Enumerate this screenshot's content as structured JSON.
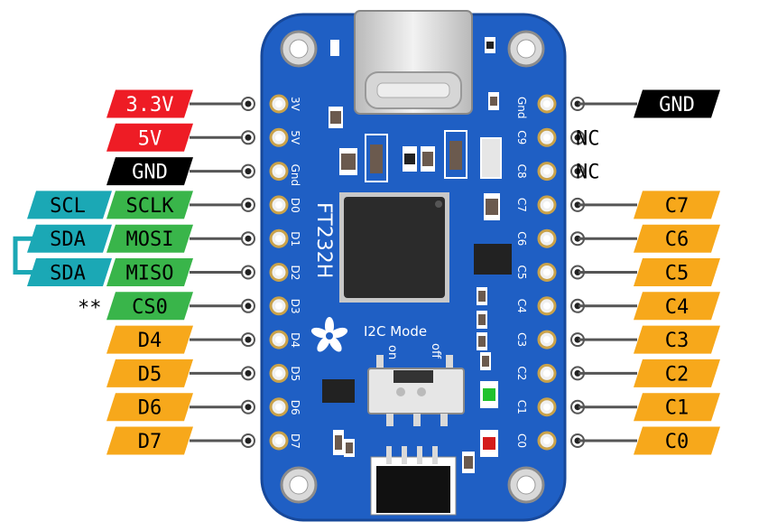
{
  "board": {
    "name": "FT232H",
    "switch_title": "I2C Mode",
    "switch_on": "on",
    "switch_off": "off"
  },
  "left_silk": [
    "3V",
    "5V",
    "Gnd",
    "D0",
    "D1",
    "D2",
    "D3",
    "D4",
    "D5",
    "D6",
    "D7"
  ],
  "right_silk": [
    "Gnd",
    "C9",
    "C8",
    "C7",
    "C6",
    "C5",
    "C4",
    "C3",
    "C2",
    "C1",
    "C0"
  ],
  "left_labels": [
    {
      "text": "3.3V",
      "color": "#ee1c25",
      "text_color": "#ffffff"
    },
    {
      "text": "5V",
      "color": "#ee1c25",
      "text_color": "#ffffff"
    },
    {
      "text": "GND",
      "color": "#000000",
      "text_color": "#ffffff"
    },
    {
      "text": "SCLK",
      "color": "#39b54a",
      "text_color": "#000000"
    },
    {
      "text": "MOSI",
      "color": "#39b54a",
      "text_color": "#000000"
    },
    {
      "text": "MISO",
      "color": "#39b54a",
      "text_color": "#000000"
    },
    {
      "text": "CS0",
      "color": "#39b54a",
      "text_color": "#000000"
    },
    {
      "text": "D4",
      "color": "#f7a81b",
      "text_color": "#000000"
    },
    {
      "text": "D5",
      "color": "#f7a81b",
      "text_color": "#000000"
    },
    {
      "text": "D6",
      "color": "#f7a81b",
      "text_color": "#000000"
    },
    {
      "text": "D7",
      "color": "#f7a81b",
      "text_color": "#000000"
    }
  ],
  "i2c_labels": [
    {
      "text": "SCL",
      "color": "#1ba8b5"
    },
    {
      "text": "SDA",
      "color": "#1ba8b5"
    },
    {
      "text": "SDA",
      "color": "#1ba8b5"
    }
  ],
  "cs_note": "**",
  "right_labels": [
    {
      "text": "GND",
      "color": "#000000",
      "text_color": "#ffffff"
    },
    {
      "text": "NC",
      "color": "",
      "text_color": "#000000"
    },
    {
      "text": "NC",
      "color": "",
      "text_color": "#000000"
    },
    {
      "text": "C7",
      "color": "#f7a81b",
      "text_color": "#000000"
    },
    {
      "text": "C6",
      "color": "#f7a81b",
      "text_color": "#000000"
    },
    {
      "text": "C5",
      "color": "#f7a81b",
      "text_color": "#000000"
    },
    {
      "text": "C4",
      "color": "#f7a81b",
      "text_color": "#000000"
    },
    {
      "text": "C3",
      "color": "#f7a81b",
      "text_color": "#000000"
    },
    {
      "text": "C2",
      "color": "#f7a81b",
      "text_color": "#000000"
    },
    {
      "text": "C1",
      "color": "#f7a81b",
      "text_color": "#000000"
    },
    {
      "text": "C0",
      "color": "#f7a81b",
      "text_color": "#000000"
    }
  ],
  "colors": {
    "pcb": "#1f5fc4",
    "pcb_edge": "#17489a",
    "wire": "#555555",
    "i2c_bracket": "#1ba8b5"
  }
}
